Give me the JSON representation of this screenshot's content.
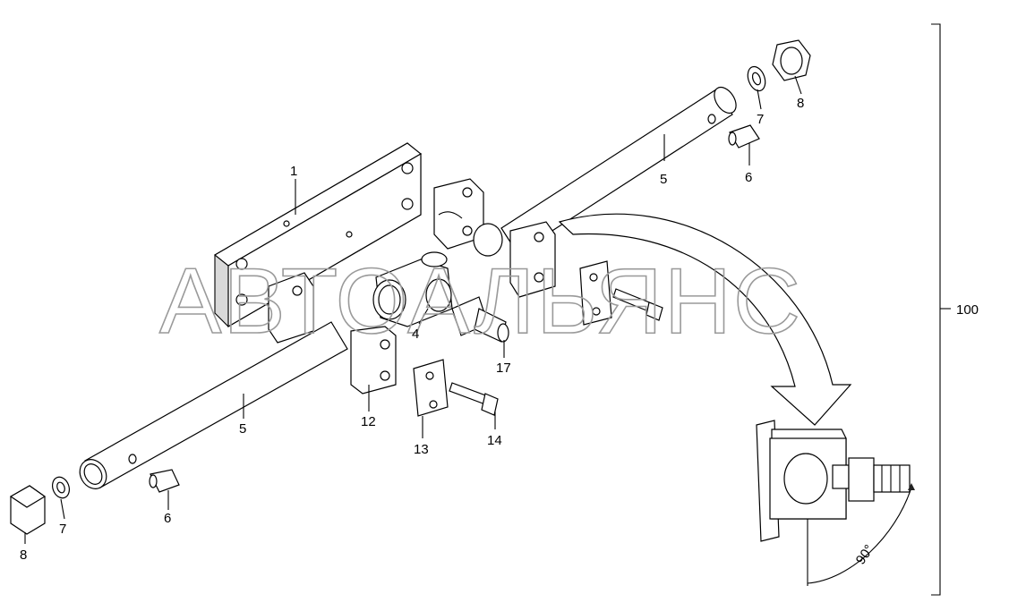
{
  "watermark": "АВТОАЛЬЯНС",
  "assembly_label": "100",
  "angle_label": "90°",
  "callouts": {
    "c1": "1",
    "c4": "4",
    "c5_upper": "5",
    "c5_lower": "5",
    "c6_upper": "6",
    "c6_lower": "6",
    "c7_upper": "7",
    "c7_lower": "7",
    "c8_upper": "8",
    "c8_lower": "8",
    "c12": "12",
    "c13": "13",
    "c14": "14",
    "c17": "17"
  }
}
